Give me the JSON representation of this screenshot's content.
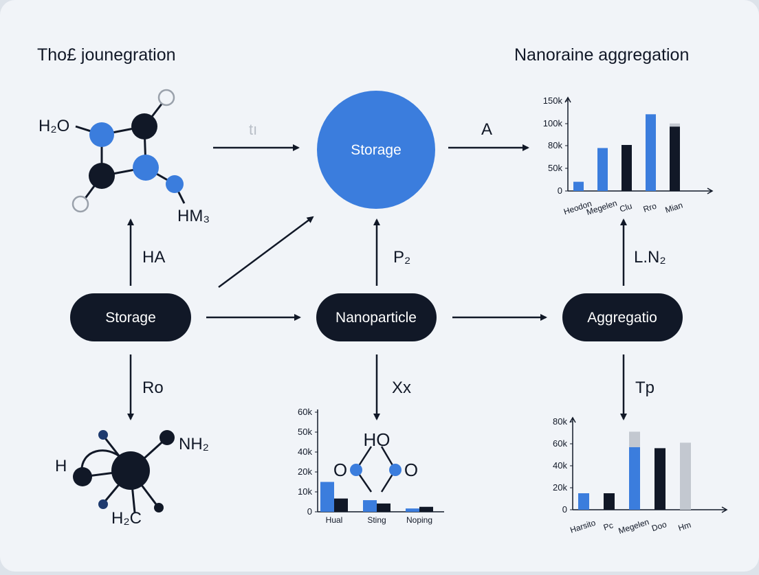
{
  "titles": {
    "left": "Tho£ jounegration",
    "right": "Nanoraine aggregation"
  },
  "nodes": {
    "storage_pill": "Storage",
    "nanoparticle_pill": "Nanoparticle",
    "aggregation_pill": "Aggregatio",
    "storage_circle": "Storage"
  },
  "edge_labels": {
    "ha": "HA",
    "ro": "Ro",
    "p2": "P₂",
    "xx": "Xx",
    "ln2": "L.N₂",
    "tp": "Tp",
    "a": "A",
    "faint": "tı"
  },
  "molecules": {
    "top_left": {
      "h2o": "H₂O",
      "hm3": "HM₃"
    },
    "bottom_left": {
      "nh2": "NH₂",
      "h": "H",
      "h2c": "H₂C"
    },
    "middle": {
      "ho": "HO",
      "o_left": "O",
      "o_right": "O"
    }
  },
  "colors": {
    "blue": "#3b7ddd",
    "navy": "#111827",
    "gray": "#c3c8d0",
    "bg": "#f1f4f8"
  },
  "chart_data": [
    {
      "type": "bar",
      "title": "",
      "categories": [
        "Heodon",
        "Megelen",
        "Clu",
        "Rro",
        "Mian"
      ],
      "yticks": [
        "0",
        "50k",
        "80k",
        "100k",
        "150k"
      ],
      "ylim": [
        0,
        150000
      ],
      "series": [
        {
          "values": [
            15000,
            70000,
            0,
            125000,
            0
          ],
          "color": "#3b7ddd"
        },
        {
          "values": [
            0,
            0,
            75000,
            0,
            105000
          ],
          "color": "#111827"
        },
        {
          "values": [
            0,
            0,
            0,
            0,
            5000
          ],
          "color": "#c3c8d0"
        }
      ]
    },
    {
      "type": "bar",
      "title": "",
      "categories": [
        "Hual",
        "Sting",
        "Noping"
      ],
      "yticks": [
        "0",
        "10k",
        "20k",
        "40k",
        "50k",
        "60k"
      ],
      "ylim": [
        0,
        60000
      ],
      "series": [
        {
          "values": [
            18000,
            7000,
            2000
          ],
          "color": "#3b7ddd"
        },
        {
          "values": [
            8000,
            5000,
            3000
          ],
          "color": "#111827"
        }
      ]
    },
    {
      "type": "bar",
      "title": "",
      "categories": [
        "Harsito",
        "Pc",
        "Megelen",
        "Doo",
        "Hm"
      ],
      "yticks": [
        "0",
        "20k",
        "40k",
        "60k",
        "80k"
      ],
      "ylim": [
        0,
        80000
      ],
      "series": [
        {
          "values": [
            15000,
            0,
            57000,
            0,
            0
          ],
          "color": "#3b7ddd"
        },
        {
          "values": [
            0,
            15000,
            0,
            56000,
            0
          ],
          "color": "#111827"
        },
        {
          "values": [
            0,
            0,
            14000,
            0,
            61000
          ],
          "color": "#c3c8d0"
        }
      ]
    }
  ]
}
